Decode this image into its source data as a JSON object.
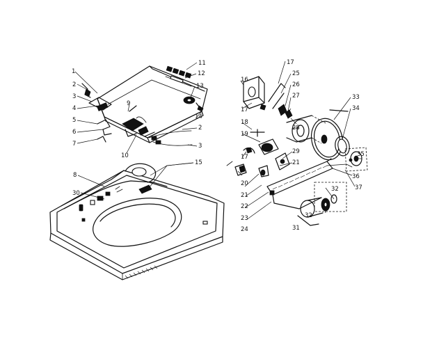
{
  "callouts": {
    "c1": "1",
    "c2": "2",
    "c3": "3",
    "c4": "4",
    "c5": "5",
    "c6": "6",
    "c7": "7",
    "c8": "8",
    "c9": "9",
    "c10": "10",
    "c11": "11",
    "c12": "12",
    "c13": "13",
    "c14": "14",
    "c15": "15",
    "c16": "16",
    "c17": "17",
    "c18": "18",
    "c19": "19",
    "c20": "20",
    "c21": "21",
    "c22": "22",
    "c23": "23",
    "c24": "24",
    "c25": "25",
    "c26": "26",
    "c27": "27",
    "c28": "28",
    "c29": "29",
    "c30": "30",
    "c31": "31",
    "c32": "32",
    "c33": "33",
    "c34": "34",
    "c35": "35",
    "c36": "36",
    "c37": "37"
  }
}
